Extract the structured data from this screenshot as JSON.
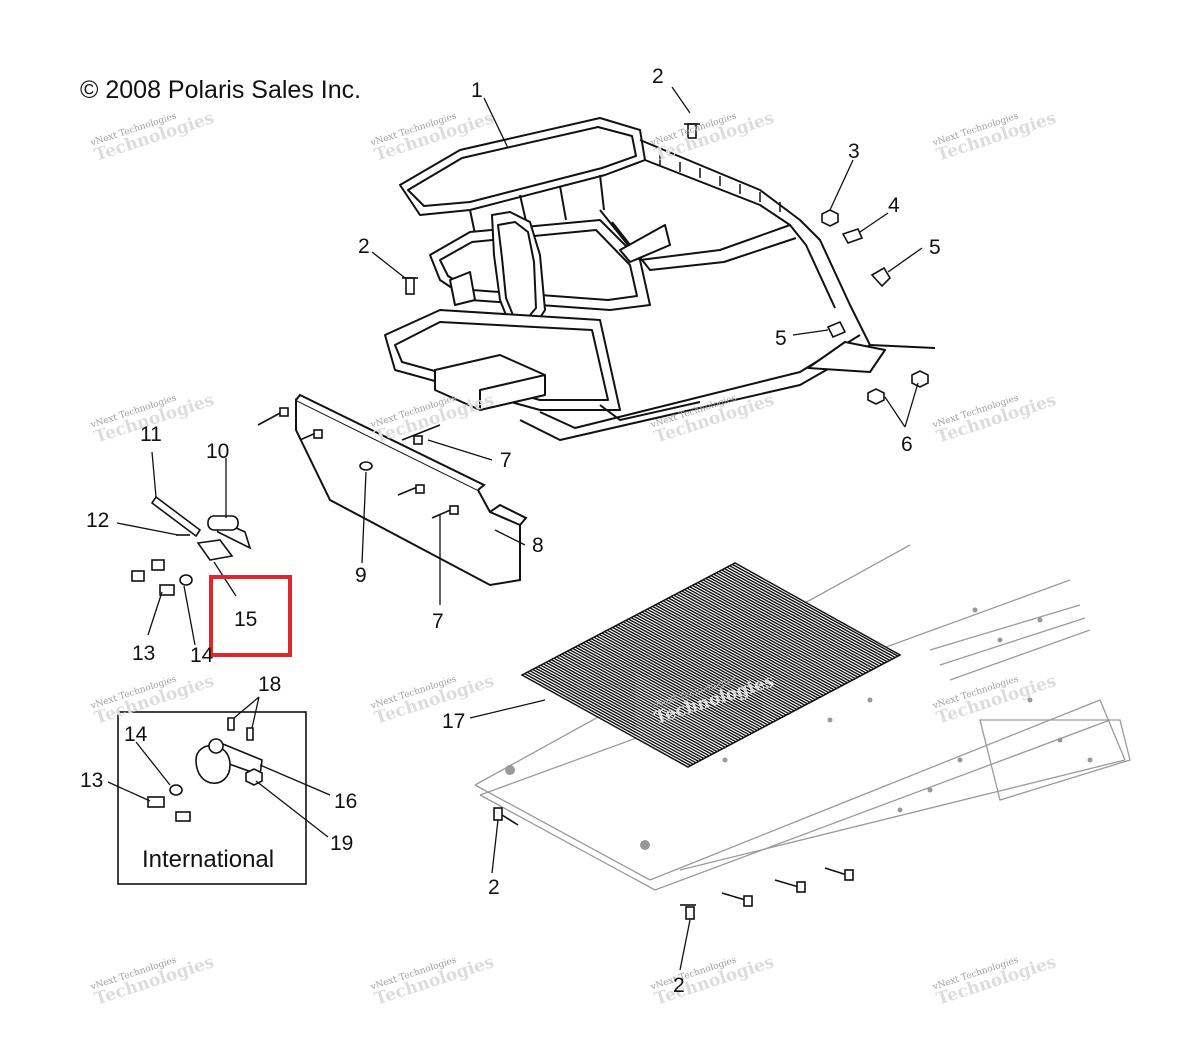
{
  "copyright": "© 2008 Polaris Sales Inc.",
  "watermark": {
    "line1": "vNext Technologies",
    "line2": "Technologies"
  },
  "callouts": [
    "1",
    "2",
    "2",
    "2",
    "2",
    "3",
    "4",
    "5",
    "5",
    "6",
    "7",
    "7",
    "8",
    "9",
    "10",
    "11",
    "12",
    "13",
    "13",
    "14",
    "14",
    "15",
    "16",
    "17",
    "18",
    "19"
  ],
  "international_label": "International",
  "highlight_color": "#e0262b"
}
